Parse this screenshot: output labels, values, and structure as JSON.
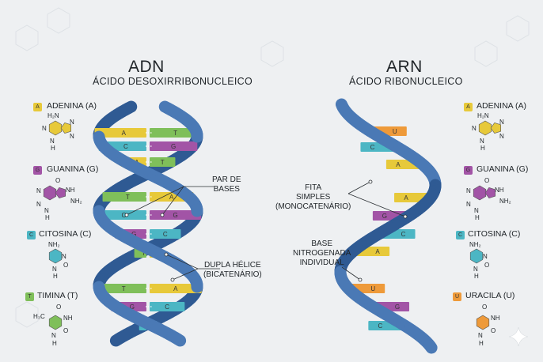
{
  "dna": {
    "title": "ADN",
    "subtitle": "ÁCIDO DESOXIRRIBONUCLEICO",
    "rungs": [
      [
        "A",
        "T"
      ],
      [
        "C",
        "G"
      ],
      [
        "A",
        "T"
      ],
      [
        "T",
        "A"
      ],
      [
        "C",
        "G"
      ],
      [
        "G",
        "C"
      ],
      [
        "T",
        "A"
      ],
      [
        "T",
        "A"
      ],
      [
        "G",
        "C"
      ],
      [
        "C",
        "C"
      ]
    ],
    "annotation_pairs": "PAR DE\nBASES",
    "annotation_helix": "DUPLA HÉLICE\n(BICATENÁRIO)"
  },
  "rna": {
    "title": "ARN",
    "subtitle": "ÁCIDO RIBONUCLEICO",
    "bases": [
      "U",
      "C",
      "A",
      "A",
      "G",
      "C",
      "A",
      "U",
      "G",
      "C"
    ],
    "annotation_strand": "FITA\nSIMPLES\n(MONOCATENÁRIO)",
    "annotation_base": "BASE\nNITROGENADA\nINDIVIDUAL"
  },
  "legend_left": [
    {
      "letter": "A",
      "name": "ADENINA (A)",
      "color": "#e7c93a"
    },
    {
      "letter": "G",
      "name": "GUANINA (G)",
      "color": "#a254a6"
    },
    {
      "letter": "C",
      "name": "CITOSINA (C)",
      "color": "#4cb6c4"
    },
    {
      "letter": "T",
      "name": "TIMINA (T)",
      "color": "#7fbf5a"
    }
  ],
  "legend_right": [
    {
      "letter": "A",
      "name": "ADENINA (A)",
      "color": "#e7c93a"
    },
    {
      "letter": "G",
      "name": "GUANINA (G)",
      "color": "#a254a6"
    },
    {
      "letter": "C",
      "name": "CITOSINA (C)",
      "color": "#4cb6c4"
    },
    {
      "letter": "U",
      "name": "URACILA (U)",
      "color": "#ee9a3a"
    }
  ],
  "chem": {
    "adenine": [
      "H₂N",
      "N",
      "N",
      "N",
      "N",
      "H"
    ],
    "guanine": [
      "O",
      "N",
      "NH",
      "N",
      "NH₂",
      "N",
      "H"
    ],
    "cytosine": [
      "NH₂",
      "N",
      "N",
      "O",
      "H"
    ],
    "thymine": [
      "H₃C",
      "O",
      "NH",
      "N",
      "O",
      "H"
    ],
    "uracil": [
      "O",
      "NH",
      "N",
      "O",
      "H"
    ]
  },
  "colors": {
    "A": "#e7c93a",
    "T": "#7fbf5a",
    "G": "#a254a6",
    "C": "#4cb6c4",
    "U": "#ee9a3a",
    "backbone": "#4a79b5",
    "backbone_dark": "#2f5a93",
    "background": "#eef0f2"
  }
}
